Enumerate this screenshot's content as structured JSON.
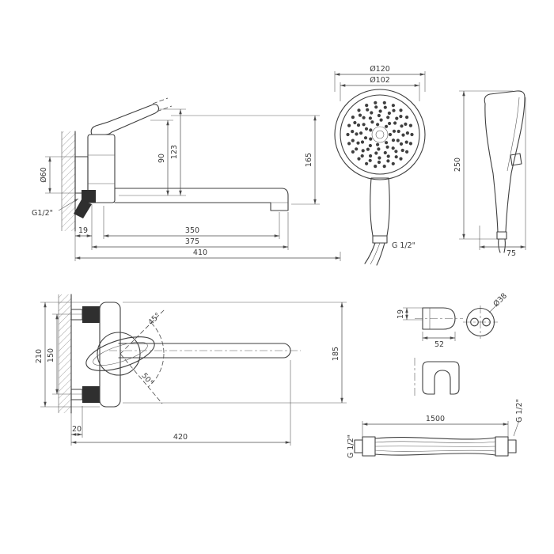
{
  "page": {
    "background": "#ffffff",
    "line_color": "#3f3f3f"
  },
  "faucet_side_view": {
    "dim_90": "90",
    "dim_123": "123",
    "dim_165": "165",
    "dim_diameter_60": "Ø60",
    "thread_label": "G1/2\"",
    "dim_19": "19",
    "dim_350": "350",
    "dim_375": "375",
    "dim_410": "410"
  },
  "handshower_front_view": {
    "dim_diameter_120": "Ø120",
    "dim_diameter_102": "Ø102",
    "thread_label": "G 1/2\""
  },
  "handshower_side_view": {
    "dim_250": "250",
    "dim_75": "75"
  },
  "faucet_top_view": {
    "dim_210": "210",
    "dim_150": "150",
    "dim_185": "185",
    "angle_45": "45°",
    "angle_50": "50°",
    "dim_20": "20",
    "dim_420": "420"
  },
  "holder_top_view": {
    "dim_19": "19",
    "dim_52": "52",
    "dim_diameter_38": "Ø38"
  },
  "hose_view": {
    "dim_1500": "1500",
    "thread_label_left": "G 1/2\"",
    "thread_label_right": "G 1/2\""
  }
}
